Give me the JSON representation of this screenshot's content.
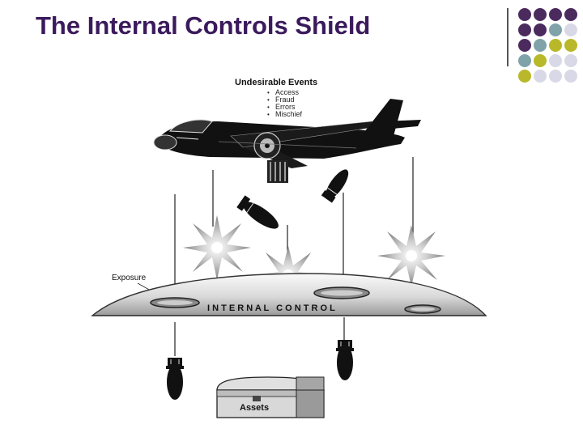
{
  "slide": {
    "title": "The Internal Controls Shield"
  },
  "diagram": {
    "events_heading": "Undesirable Events",
    "events": [
      "Access",
      "Fraud",
      "Errors",
      "Mischief"
    ],
    "exposure_label": "Exposure",
    "shield_label": "I N T E R N A L   C O N T R O L",
    "assets_label": "Assets"
  },
  "colors": {
    "title": "#3b1a5c",
    "dot_purple": "#4b2a5e",
    "dot_teal": "#7fa3a8",
    "dot_olive": "#b8b82a",
    "dot_lavender": "#d8d8e6",
    "plane": "#111111"
  },
  "decor": {
    "dot_grid": [
      [
        "purple",
        "purple",
        "purple",
        "purple"
      ],
      [
        "purple",
        "purple",
        "teal",
        "lavender"
      ],
      [
        "purple",
        "teal",
        "olive",
        "olive"
      ],
      [
        "teal",
        "olive",
        "lavender",
        "lavender"
      ],
      [
        "olive",
        "lavender",
        "lavender",
        "lavender"
      ]
    ]
  }
}
